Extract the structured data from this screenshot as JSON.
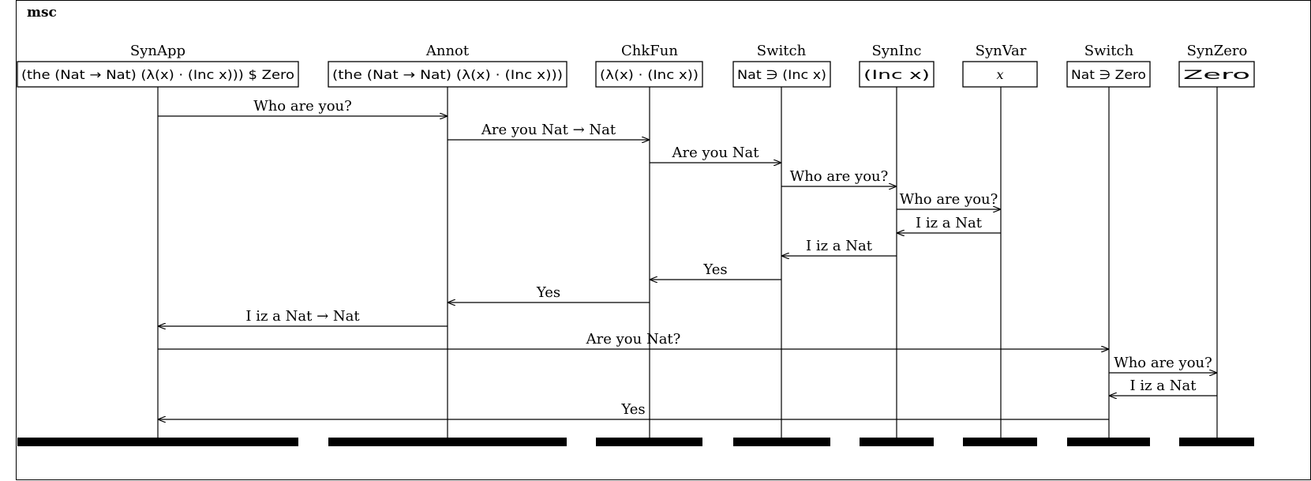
{
  "diagram": {
    "title": "msc",
    "instances": [
      {
        "id": "synapp",
        "name": "SynApp",
        "box_label": "(the (Nat → Nat) (λ(x) · (Inc x))) $ Zero"
      },
      {
        "id": "annot",
        "name": "Annot",
        "box_label": "(the (Nat → Nat) (λ(x) · (Inc x)))"
      },
      {
        "id": "chkfun",
        "name": "ChkFun",
        "box_label": "(λ(x) · (Inc x))"
      },
      {
        "id": "switch1",
        "name": "Switch",
        "box_label": "Nat ∋ (Inc x)"
      },
      {
        "id": "syninc",
        "name": "SynInc",
        "box_label": "(Inc x)"
      },
      {
        "id": "synvar",
        "name": "SynVar",
        "box_label": "x"
      },
      {
        "id": "switch2",
        "name": "Switch",
        "box_label": "Nat ∋ Zero"
      },
      {
        "id": "synzero",
        "name": "SynZero",
        "box_label": "Zero"
      }
    ],
    "messages": [
      {
        "from": "synapp",
        "to": "annot",
        "label": "Who are you?"
      },
      {
        "from": "annot",
        "to": "chkfun",
        "label": "Are you Nat → Nat"
      },
      {
        "from": "chkfun",
        "to": "switch1",
        "label": "Are you Nat"
      },
      {
        "from": "switch1",
        "to": "syninc",
        "label": "Who are you?"
      },
      {
        "from": "syninc",
        "to": "synvar",
        "label": "Who are you?"
      },
      {
        "from": "synvar",
        "to": "syninc",
        "label": "I iz a Nat"
      },
      {
        "from": "syninc",
        "to": "switch1",
        "label": "I iz a Nat"
      },
      {
        "from": "switch1",
        "to": "chkfun",
        "label": "Yes"
      },
      {
        "from": "chkfun",
        "to": "annot",
        "label": "Yes"
      },
      {
        "from": "annot",
        "to": "synapp",
        "label": "I iz a Nat → Nat"
      },
      {
        "from": "synapp",
        "to": "switch2",
        "label": "Are you Nat?"
      },
      {
        "from": "switch2",
        "to": "synzero",
        "label": "Who are you?"
      },
      {
        "from": "synzero",
        "to": "switch2",
        "label": "I iz a Nat"
      },
      {
        "from": "switch2",
        "to": "synapp",
        "label": "Yes"
      }
    ]
  }
}
